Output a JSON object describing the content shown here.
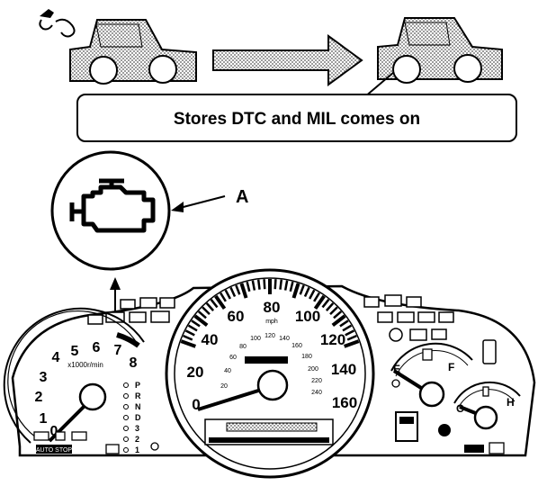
{
  "callout": {
    "text": "Stores DTC and MIL comes on"
  },
  "label_a": "A",
  "speedometer": {
    "ticks_mph": [
      "0",
      "20",
      "40",
      "60",
      "80",
      "100",
      "120",
      "140",
      "160"
    ],
    "unit": "mph",
    "inner_ticks": [
      "20",
      "40",
      "60",
      "80",
      "100",
      "120",
      "140",
      "160",
      "180",
      "200",
      "220",
      "240"
    ]
  },
  "tachometer": {
    "ticks": [
      "0",
      "1",
      "2",
      "3",
      "4",
      "5",
      "6",
      "7",
      "8"
    ],
    "unit": "x1000r/min"
  },
  "temp_gauge": {
    "low": "C",
    "high": "H"
  },
  "fuel_gauge": {
    "empty": "E",
    "full": "F"
  },
  "gear_indicator": [
    "P",
    "R",
    "N",
    "D",
    "3",
    "2",
    "1"
  ],
  "auto_stop_label": "AUTO STOP"
}
